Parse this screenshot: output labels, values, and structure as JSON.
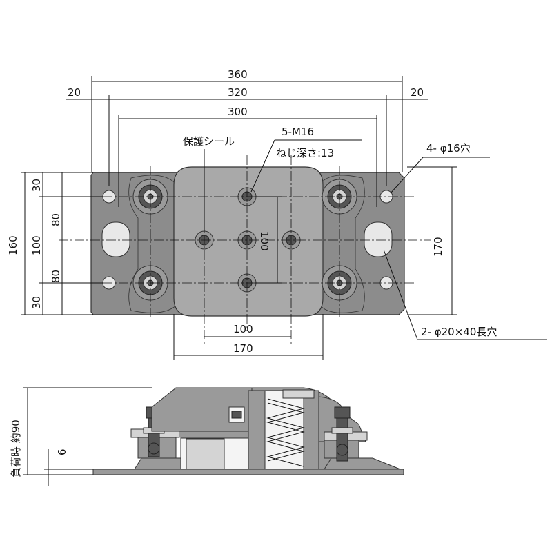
{
  "labels": {
    "overall_width": "360",
    "left_margin": "20",
    "right_margin": "20",
    "span_320": "320",
    "span_300": "300",
    "protect_seal": "保護シール",
    "thread_spec": "5-M16",
    "thread_depth": "ねじ深さ:13",
    "mount_holes": "4- φ16穴",
    "slot_holes": "2- φ20×40長穴",
    "height_160": "160",
    "h_30_top": "30",
    "h_80_top": "80",
    "h_100": "100",
    "h_80_bottom": "80",
    "h_30_bottom": "30",
    "height_170": "170",
    "inner_100_v": "100",
    "bottom_100": "100",
    "bottom_170": "170",
    "load_height": "負荷時 約90",
    "plate_thickness": "6"
  }
}
